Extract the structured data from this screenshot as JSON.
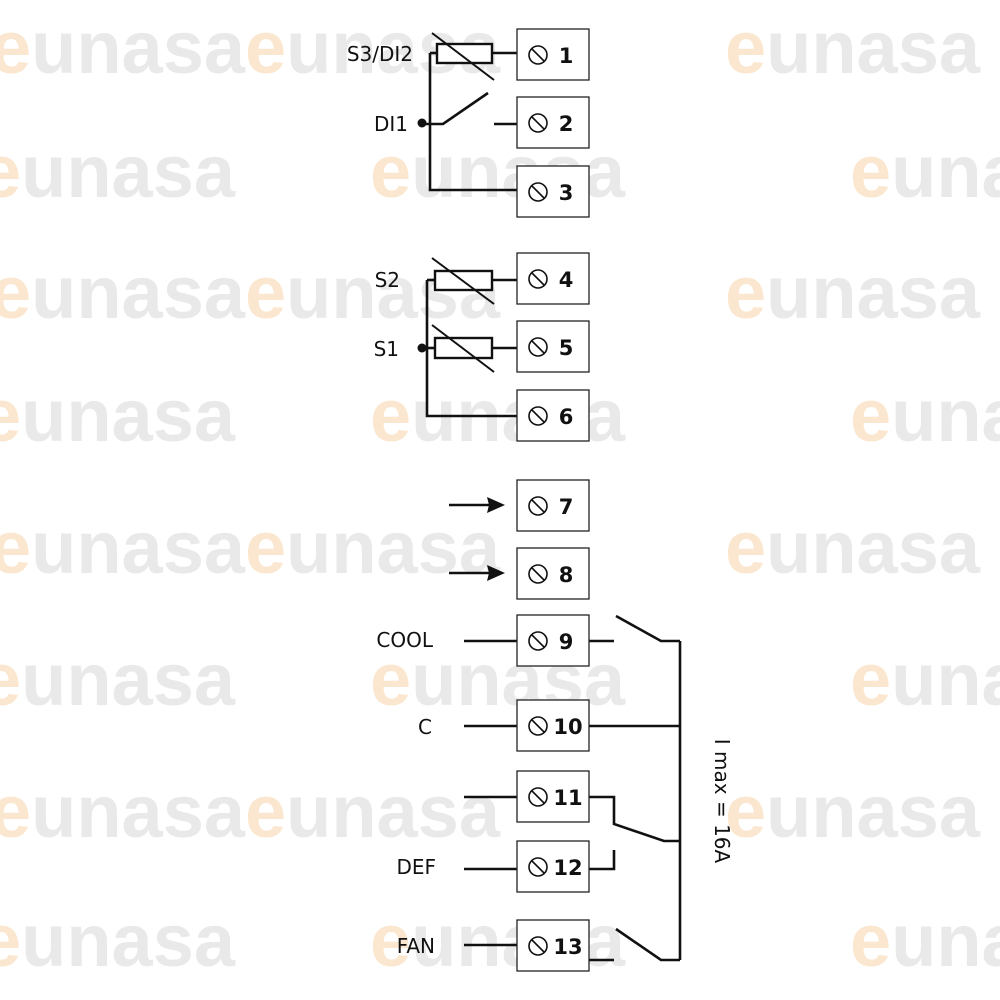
{
  "watermark": {
    "brand": "eunasa"
  },
  "terminals": [
    {
      "number": "1"
    },
    {
      "number": "2"
    },
    {
      "number": "3"
    },
    {
      "number": "4"
    },
    {
      "number": "5"
    },
    {
      "number": "6"
    },
    {
      "number": "7"
    },
    {
      "number": "8"
    },
    {
      "number": "9"
    },
    {
      "number": "10"
    },
    {
      "number": "11"
    },
    {
      "number": "12"
    },
    {
      "number": "13"
    }
  ],
  "labels": {
    "s3_di2": "S3/DI2",
    "di1": "DI1",
    "s2": "S2",
    "s1": "S1",
    "cool": "COOL",
    "c": "C",
    "def": "DEF",
    "fan": "FAN",
    "imax": "I max = 16A"
  },
  "colors": {
    "line": "#111111",
    "watermark_gray": "#e9e9e9",
    "watermark_accent": "#fbe7cf"
  }
}
